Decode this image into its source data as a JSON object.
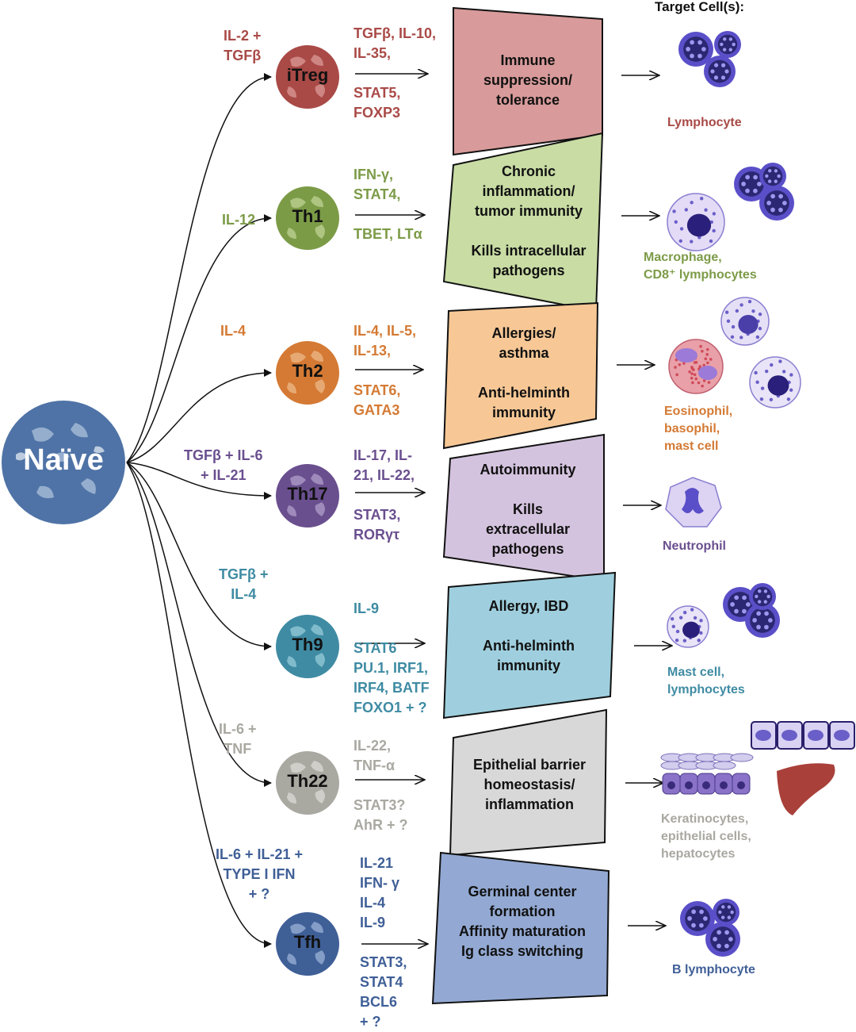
{
  "header": {
    "target_title": "Target Cell(s):"
  },
  "naive": {
    "label": "Naïve"
  },
  "colors": {
    "naive": "#4f73a6",
    "itreg": "#a94a47",
    "th1": "#7c9b47",
    "th2": "#d47a34",
    "th17": "#6a4f8f",
    "th9": "#3f8ba3",
    "th22": "#a9a8a1",
    "tfh": "#3f5f97",
    "box_itreg": "#d89a9a",
    "box_th1": "#c8dca4",
    "box_th2": "#f7c896",
    "box_th17": "#d4c3de",
    "box_th9": "#9fcfde",
    "box_th22": "#d8d8d8",
    "box_tfh": "#93a9d3",
    "target_cell": "#5a4fc8"
  },
  "lineages": [
    {
      "key": "itreg",
      "name": "iTreg",
      "inducer": [
        "IL-2 +",
        "TGFβ"
      ],
      "factors": [
        "TGFβ, IL-10,",
        "IL-35,",
        "",
        "STAT5,",
        "FOXP3"
      ],
      "function": [
        "Immune",
        "suppression/",
        "tolerance"
      ],
      "target": [
        "Lymphocyte"
      ]
    },
    {
      "key": "th1",
      "name": "Th1",
      "inducer": [
        "IL-12"
      ],
      "factors": [
        "IFN-γ,",
        "STAT4,",
        "",
        "TBET, LTα"
      ],
      "function": [
        "Chronic",
        "inflammation/",
        "tumor immunity",
        "",
        "Kills intracellular",
        "pathogens"
      ],
      "target": [
        "Macrophage,",
        "CD8⁺ lymphocytes"
      ]
    },
    {
      "key": "th2",
      "name": "Th2",
      "inducer": [
        "IL-4"
      ],
      "factors": [
        "IL-4, IL-5,",
        "IL-13,",
        "",
        "STAT6,",
        "GATA3"
      ],
      "function": [
        "Allergies/",
        "asthma",
        "",
        "Anti-helminth",
        "immunity"
      ],
      "target": [
        "Eosinophil,",
        "basophil,",
        "mast cell"
      ]
    },
    {
      "key": "th17",
      "name": "Th17",
      "inducer": [
        "TGFβ + IL-6",
        "+ IL-21"
      ],
      "factors": [
        "IL-17, IL-",
        "21, IL-22,",
        "",
        "STAT3,",
        "RORγτ"
      ],
      "function": [
        "Autoimmunity",
        "",
        "Kills",
        "extracellular",
        "pathogens"
      ],
      "target": [
        "Neutrophil"
      ]
    },
    {
      "key": "th9",
      "name": "Th9",
      "inducer": [
        "TGFβ +",
        "IL-4"
      ],
      "factors": [
        "IL-9",
        "",
        "STAT6",
        "PU.1, IRF1,",
        "IRF4, BATF",
        "FOXO1 + ?"
      ],
      "function": [
        "Allergy, IBD",
        "",
        "Anti-helminth",
        "immunity"
      ],
      "target": [
        "Mast cell,",
        "lymphocytes"
      ]
    },
    {
      "key": "th22",
      "name": "Th22",
      "inducer": [
        "IL-6 +",
        "TNF"
      ],
      "factors": [
        "IL-22,",
        "TNF-α",
        "",
        "STAT3?",
        "AhR + ?"
      ],
      "function": [
        "Epithelial barrier",
        "homeostasis/",
        "inflammation"
      ],
      "target": [
        "Keratinocytes,",
        "epithelial cells,",
        "hepatocytes"
      ]
    },
    {
      "key": "tfh",
      "name": "Tfh",
      "inducer": [
        "IL-6 + IL-21 +",
        "TYPE I IFN",
        "+ ?"
      ],
      "factors": [
        "IL-21",
        "IFN- γ",
        "IL-4",
        "IL-9",
        "",
        "STAT3,",
        "STAT4",
        "BCL6",
        "+ ?"
      ],
      "function": [
        "Germinal center",
        "formation",
        "Affinity maturation",
        "Ig class switching"
      ],
      "target": [
        "B lymphocyte"
      ]
    }
  ]
}
